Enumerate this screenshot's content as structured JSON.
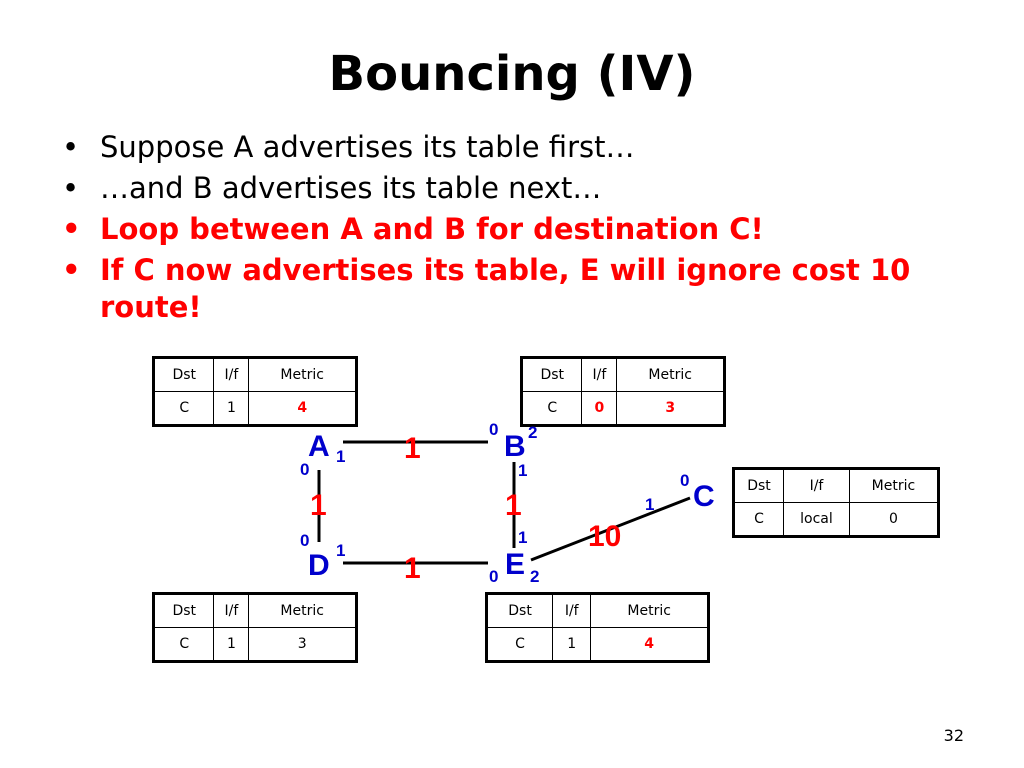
{
  "title": "Bouncing (IV)",
  "bullets": [
    {
      "text": "Suppose A advertises its table first…",
      "style": "normal"
    },
    {
      "text": "…and B advertises its table next…",
      "style": "normal"
    },
    {
      "text": "Loop between A and B for destination C!",
      "style": "red-bold"
    },
    {
      "text": "If C now advertises its table, E will ignore cost 10 route!",
      "style": "red-bold"
    }
  ],
  "table_header": {
    "dst": "Dst",
    "iface": "I/f",
    "metric": "Metric"
  },
  "tables": {
    "a": {
      "dst": "C",
      "iface": "1",
      "metric": "4"
    },
    "b": {
      "dst": "C",
      "iface": "0",
      "metric": "3"
    },
    "c": {
      "dst": "C",
      "iface": "local",
      "metric": "0"
    },
    "d": {
      "dst": "C",
      "iface": "1",
      "metric": "3"
    },
    "e": {
      "dst": "C",
      "iface": "1",
      "metric": "4"
    }
  },
  "nodes": {
    "a": "A",
    "b": "B",
    "c": "C",
    "d": "D",
    "e": "E"
  },
  "link_costs": {
    "ab": "1",
    "ad": "1",
    "be": "1",
    "de": "1",
    "ec": "10"
  },
  "ports": {
    "a_right": "1",
    "a_bottom": "0",
    "b_left": "0",
    "b_right": "2",
    "b_bottom": "1",
    "c_left": "1",
    "c_top": "0",
    "d_top": "0",
    "d_right": "1",
    "e_top": "1",
    "e_left": "0",
    "e_right": "2"
  },
  "page_number": "32",
  "colors": {
    "highlight": "#ff0000",
    "port": "#0000cc",
    "node": "#0000cc",
    "cost": "#ff0000"
  }
}
